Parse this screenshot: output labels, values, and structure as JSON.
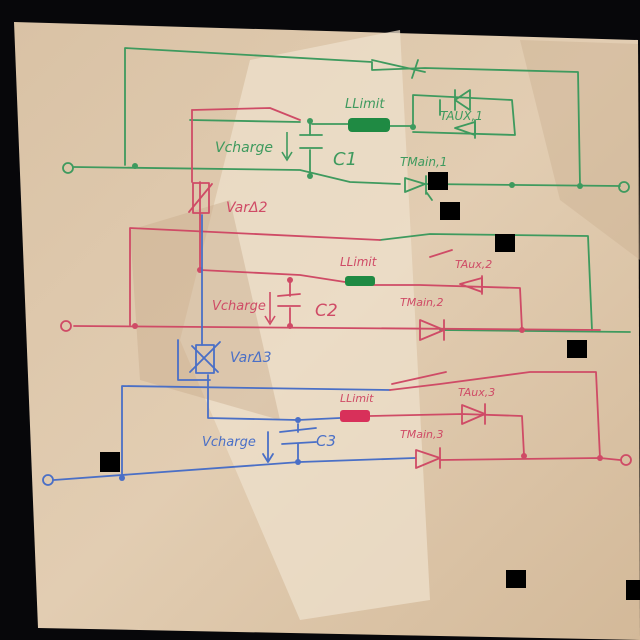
{
  "colors": {
    "paper": "#ddc7ab",
    "paper_shadow": "#c8ac8c",
    "paper_light": "#eee0cc",
    "green_ink": "#3e9a5e",
    "red_ink": "#cf4b66",
    "blue_ink": "#4a6fc6",
    "green_marker": "#1f8a43",
    "red_marker": "#d8305a",
    "black": "#000000"
  },
  "stage1": {
    "v_charge": "Vcharge",
    "capacitor": "C1",
    "inductor": "LLimit",
    "aux_thyristor": "TAUX,1",
    "main_thyristor": "TMain,1"
  },
  "stage2": {
    "varistor": "VarΔ2",
    "v_charge": "Vcharge",
    "capacitor": "C2",
    "inductor": "LLimit",
    "aux_thyristor": "TAux,2",
    "main_thyristor": "TMain,2"
  },
  "stage3": {
    "varistor": "VarΔ3",
    "v_charge": "Vcharge",
    "capacitor": "C3",
    "inductor": "LLimit",
    "aux_thyristor": "TAux,3",
    "main_thyristor": "TMain,3"
  }
}
